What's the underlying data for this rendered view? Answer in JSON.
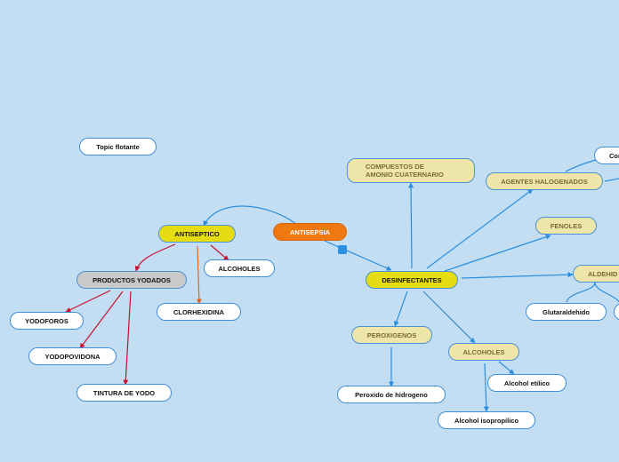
{
  "colors": {
    "background": "#c3def2",
    "blue_connector": "#2a8fe0",
    "red_connector": "#c8102e",
    "orange_connector": "#e0622a",
    "yellow_node": "#e5dd12",
    "orange_node": "#f07810",
    "gray_node": "#c9c9c9",
    "beige_node": "#ede6a8"
  },
  "nodes": {
    "floating": "Topic flotante",
    "antisepsia": "ANTISEPSIA",
    "antiseptico": "ANTISEPTICO",
    "desinfectantes": "DESINFECTANTES",
    "productos_yodados": "PRODUCTOS YODADOS",
    "alcoholes_antiseptico": "ALCOHOLES",
    "clorhexidina": "CLORHEXIDINA",
    "yodoforos": "YODOFOROS",
    "yodopovidona": "YODOPOVIDONA",
    "tintura_de_yodo": "TINTURA DE YODO",
    "compuestos_line1": "COMPUESTOS DE",
    "compuestos_line2": "AMONIO CUATERNARIO",
    "agentes_halogenados": "AGENTES HALOGENADOS",
    "compuestos_clorados": "Com",
    "fenoles": "FENOLES",
    "aldehidos": "ALDEHID",
    "glutaraldehido": "Glutaraldehido",
    "peroxigenos": "PEROXIGENOS",
    "peroxido_de_hidrogeno": "Peroxido de hidrogeno",
    "alcoholes_desinfectantes": "ALCOHOLES",
    "alcohol_etilico": "Alcohol etilico",
    "alcohol_isopropilico": "Alcohol isopropilico"
  }
}
